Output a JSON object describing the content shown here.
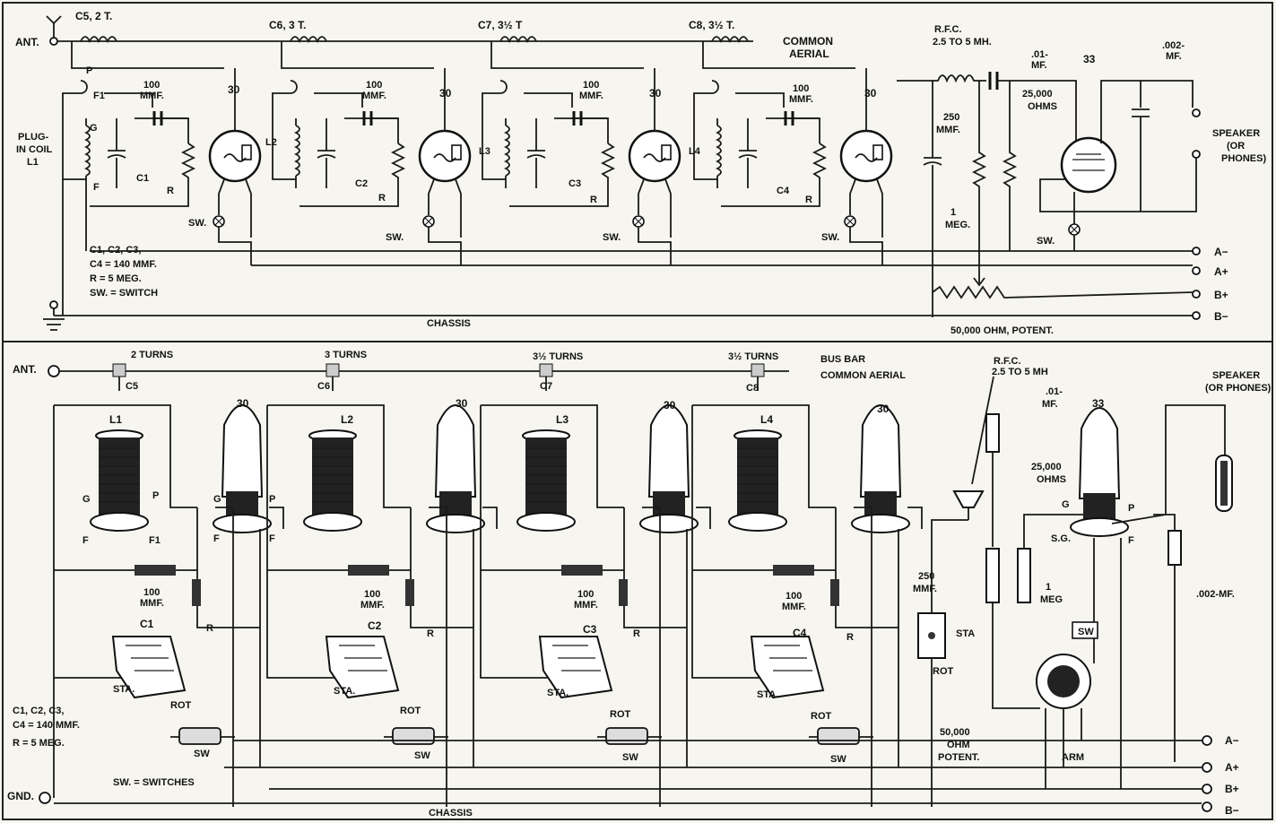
{
  "schematic": {
    "ant": "ANT.",
    "antenna_coils": [
      "C5, 2 T.",
      "C6, 3 T.",
      "C7, 3½ T",
      "C8, 3½ T."
    ],
    "common_aerial": [
      "COMMON",
      "AERIAL"
    ],
    "plug_in_coil": [
      "PLUG-",
      "IN COIL",
      "L1"
    ],
    "coils": [
      "L2",
      "L3",
      "L4"
    ],
    "cap_100": [
      "100",
      "MMF."
    ],
    "tube_30": "30",
    "tube_33": "33",
    "pins": {
      "p": "P",
      "f1": "F1",
      "g": "G",
      "f": "F"
    },
    "caps": [
      "C1",
      "C2",
      "C3",
      "C4"
    ],
    "r": "R",
    "sw": "SW.",
    "notes": [
      "C1, C2, C3,",
      "C4 = 140 MMF.",
      "R = 5 MEG.",
      "SW. = SWITCH"
    ],
    "rfc": [
      "R.F.C.",
      "2.5 TO 5 MH."
    ],
    "cap_01": [
      ".01-",
      "MF."
    ],
    "cap_250": [
      "250",
      "MMF."
    ],
    "res_25000": [
      "25,000",
      "OHMS"
    ],
    "meg1": [
      "1",
      "MEG."
    ],
    "cap_002": [
      ".002-",
      "MF."
    ],
    "speaker": [
      "SPEAKER",
      "(OR",
      "PHONES)"
    ],
    "terminals": [
      "A−",
      "A+",
      "B+",
      "B−"
    ],
    "potent": "50,000 OHM, POTENT.",
    "chassis": "CHASSIS"
  },
  "pictorial": {
    "ant": "ANT.",
    "turns": [
      "2 TURNS",
      "3 TURNS",
      "3½ TURNS",
      "3½ TURNS"
    ],
    "coil_caps": [
      "C5",
      "C6",
      "C7",
      "C8"
    ],
    "bus_bar": [
      "BUS BAR",
      "COMMON AERIAL"
    ],
    "rfc": [
      "R.F.C.",
      "2.5 TO 5 MH"
    ],
    "cap_01": [
      ".01-",
      "MF."
    ],
    "tube_33": "33",
    "speaker": [
      "SPEAKER",
      "(OR PHONES)"
    ],
    "coils": [
      "L1",
      "L2",
      "L3",
      "L4"
    ],
    "tube_30": "30",
    "pins": {
      "g": "G",
      "p": "P",
      "f": "F",
      "f1": "F1",
      "sg": "S.G."
    },
    "cap_100": [
      "100",
      "MMF."
    ],
    "r": "R",
    "caps": [
      "C1",
      "C2",
      "C3",
      "C4"
    ],
    "sta": "STA.",
    "rot": "ROT",
    "sw": "SW",
    "res_25000": [
      "25,000",
      "OHMS"
    ],
    "meg1": [
      "1",
      "MEG"
    ],
    "cap_002": ".002-MF.",
    "cap_250": [
      "250",
      "MMF."
    ],
    "sta_full": "STA",
    "potent": [
      "50,000",
      "OHM",
      "POTENT."
    ],
    "arm": "ARM",
    "notes": [
      "C1, C2, C3,",
      "C4 = 140 MMF.",
      "R = 5 MEG.",
      "SW. = SWITCHES"
    ],
    "gnd": "GND.",
    "chassis": "CHASSIS",
    "terminals": [
      "A−",
      "A+",
      "B+",
      "B−"
    ]
  }
}
